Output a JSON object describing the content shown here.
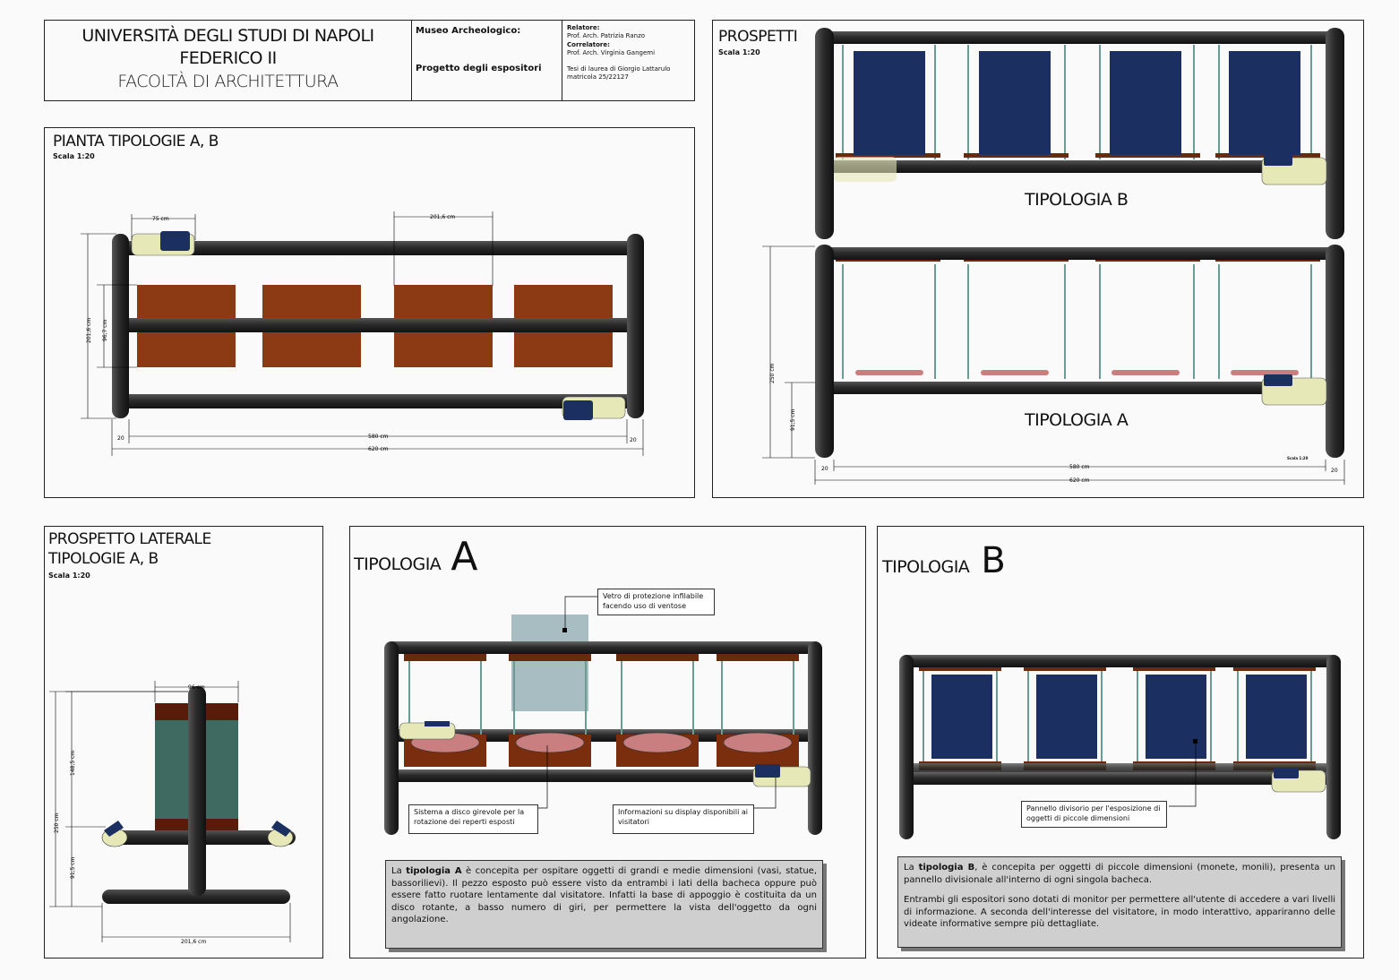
{
  "header": {
    "university_line1": "UNIVERSITÀ DEGLI STUDI DI NAPOLI",
    "university_line2": "FEDERICO II",
    "faculty": "FACOLTÀ DI ARCHITETTURA",
    "museum": "Museo Archeologico:",
    "project": "Progetto degli espositori",
    "relatore_label": "Relatore:",
    "relatore": "Prof. Arch. Patrizia Ranzo",
    "correlatore_label": "Correlatore:",
    "correlatore": "Prof. Arch. Virginia Gangemi",
    "tesi": "Tesi di laurea di Giorgio Lattarulo",
    "matricola": "matricola 25/22127"
  },
  "pianta": {
    "title": "PIANTA TIPOLOGIE A, B",
    "scale": "Scala 1:20",
    "dims": {
      "d75": "75 cm",
      "d201": "201,6 cm",
      "v2016": "201,6 cm",
      "v967": "96,7 cm",
      "left20": "20",
      "right20": "20",
      "d580": "580 cm",
      "d620": "620 cm"
    }
  },
  "prospetti": {
    "title": "PROSPETTI",
    "scale": "Scala 1:20",
    "label_b": "TIPOLOGIA B",
    "label_a": "TIPOLOGIA A",
    "small_scale": "Scala 1:20",
    "dims": {
      "h250": "250 cm",
      "h915": "91,5 cm",
      "left20": "20",
      "right20": "20",
      "d580": "580 cm",
      "d620": "620 cm"
    }
  },
  "laterale": {
    "title1": "PROSPETTO LATERALE",
    "title2": "TIPOLOGIE A, B",
    "scale": "Scala 1:20",
    "dims": {
      "d96": "96 cm",
      "h1485": "148,5 cm",
      "h250": "250 cm",
      "h915": "91,5 cm",
      "d2016": "201,6 cm"
    }
  },
  "tipo_a": {
    "title_word": "TIPOLOGIA",
    "title_letter": "A",
    "note_vetro": "Vetro di protezione infilabile facendo uso di ventose",
    "note_disco": "Sistema a disco girevole per la rotazione dei reperti esposti",
    "note_display": "Informazioni su display disponibili ai visitatori",
    "desc_pre": "La ",
    "desc_bold": "tipologia A",
    "desc_post": " è concepita per ospitare oggetti di grandi e medie dimensioni (vasi, statue, bassorilievi). Il pezzo esposto può essere visto da entrambi i lati della bacheca oppure può essere fatto ruotare lentamente dal visitatore. Infatti la base di appoggio è costituita da un disco rotante, a basso numero di giri, per permettere la vista dell'oggetto da ogni angolazione."
  },
  "tipo_b": {
    "title_word": "TIPOLOGIA",
    "title_letter": "B",
    "note_pannello": "Pannello divisorio per l'esposizione di oggetti di piccole dimensioni",
    "desc1_pre": "La ",
    "desc1_bold": "tipologia B",
    "desc1_post": ", è concepita per oggetti di piccole dimensioni (monete, monili), presenta un pannello divisionale all'interno di ogni singola bacheca.",
    "desc2": "Entrambi gli espositori sono dotati di monitor per permettere all'utente di accedere a vari livelli di informazione. A seconda dell'interesse del visitatore, in modo interattivo, appariranno delle videate informative sempre più dettagliate."
  },
  "colors": {
    "tube": "#2a2a2a",
    "wood": "#8b3a14",
    "panel": "#1b3060",
    "glass": "#6b9b93",
    "disc": "#c97f7f",
    "cream": "#e6e8b8"
  }
}
